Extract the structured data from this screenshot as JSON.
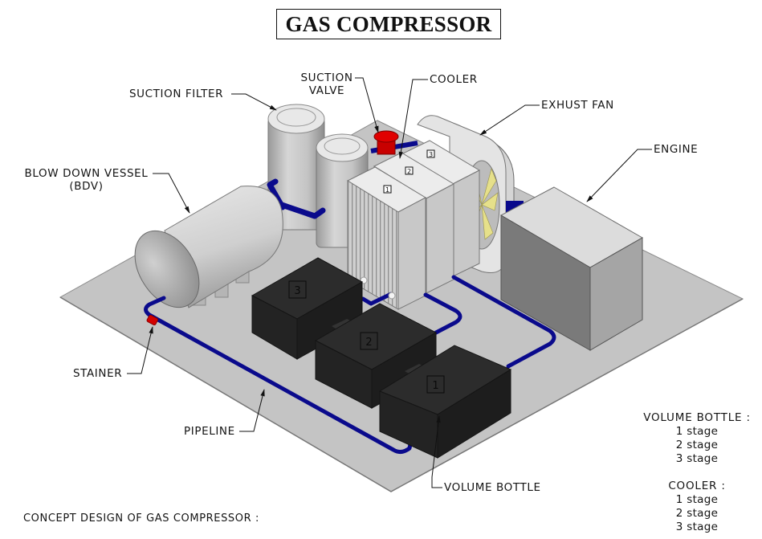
{
  "title": "GAS COMPRESSOR",
  "labels": {
    "suction_filter": "SUCTION FILTER",
    "suction_valve_line1": "SUCTION",
    "suction_valve_line2": "VALVE",
    "cooler": "COOLER",
    "exhust_fan": "EXHUST FAN",
    "engine": "ENGINE",
    "blow_down_vessel_line1": "BLOW DOWN VESSEL",
    "blow_down_vessel_line2": "(BDV)",
    "stainer": "STAINER",
    "pipeline": "PIPELINE",
    "volume_bottle": "VOLUME BOTTLE"
  },
  "volume_bottle_numbers": [
    "1",
    "2",
    "3"
  ],
  "cooler_numbers": [
    "1",
    "2",
    "3"
  ],
  "legend": {
    "volume_bottle_heading": "VOLUME BOTTLE :",
    "volume_bottle_stages": [
      "1 stage",
      "2 stage",
      "3 stage"
    ],
    "cooler_heading": "COOLER :",
    "cooler_stages": [
      "1 stage",
      "2 stage",
      "3 stage"
    ]
  },
  "footer_caption": "CONCEPT DESIGN OF GAS COMPRESSOR :",
  "colors": {
    "platform": "#c4c4c4",
    "pipe": "#0a0a8c",
    "valve_red": "#d40000",
    "volume_bottle": "#2a2a2a",
    "vessel": "#d9d9d9",
    "fan_blade": "#e6e08a"
  }
}
